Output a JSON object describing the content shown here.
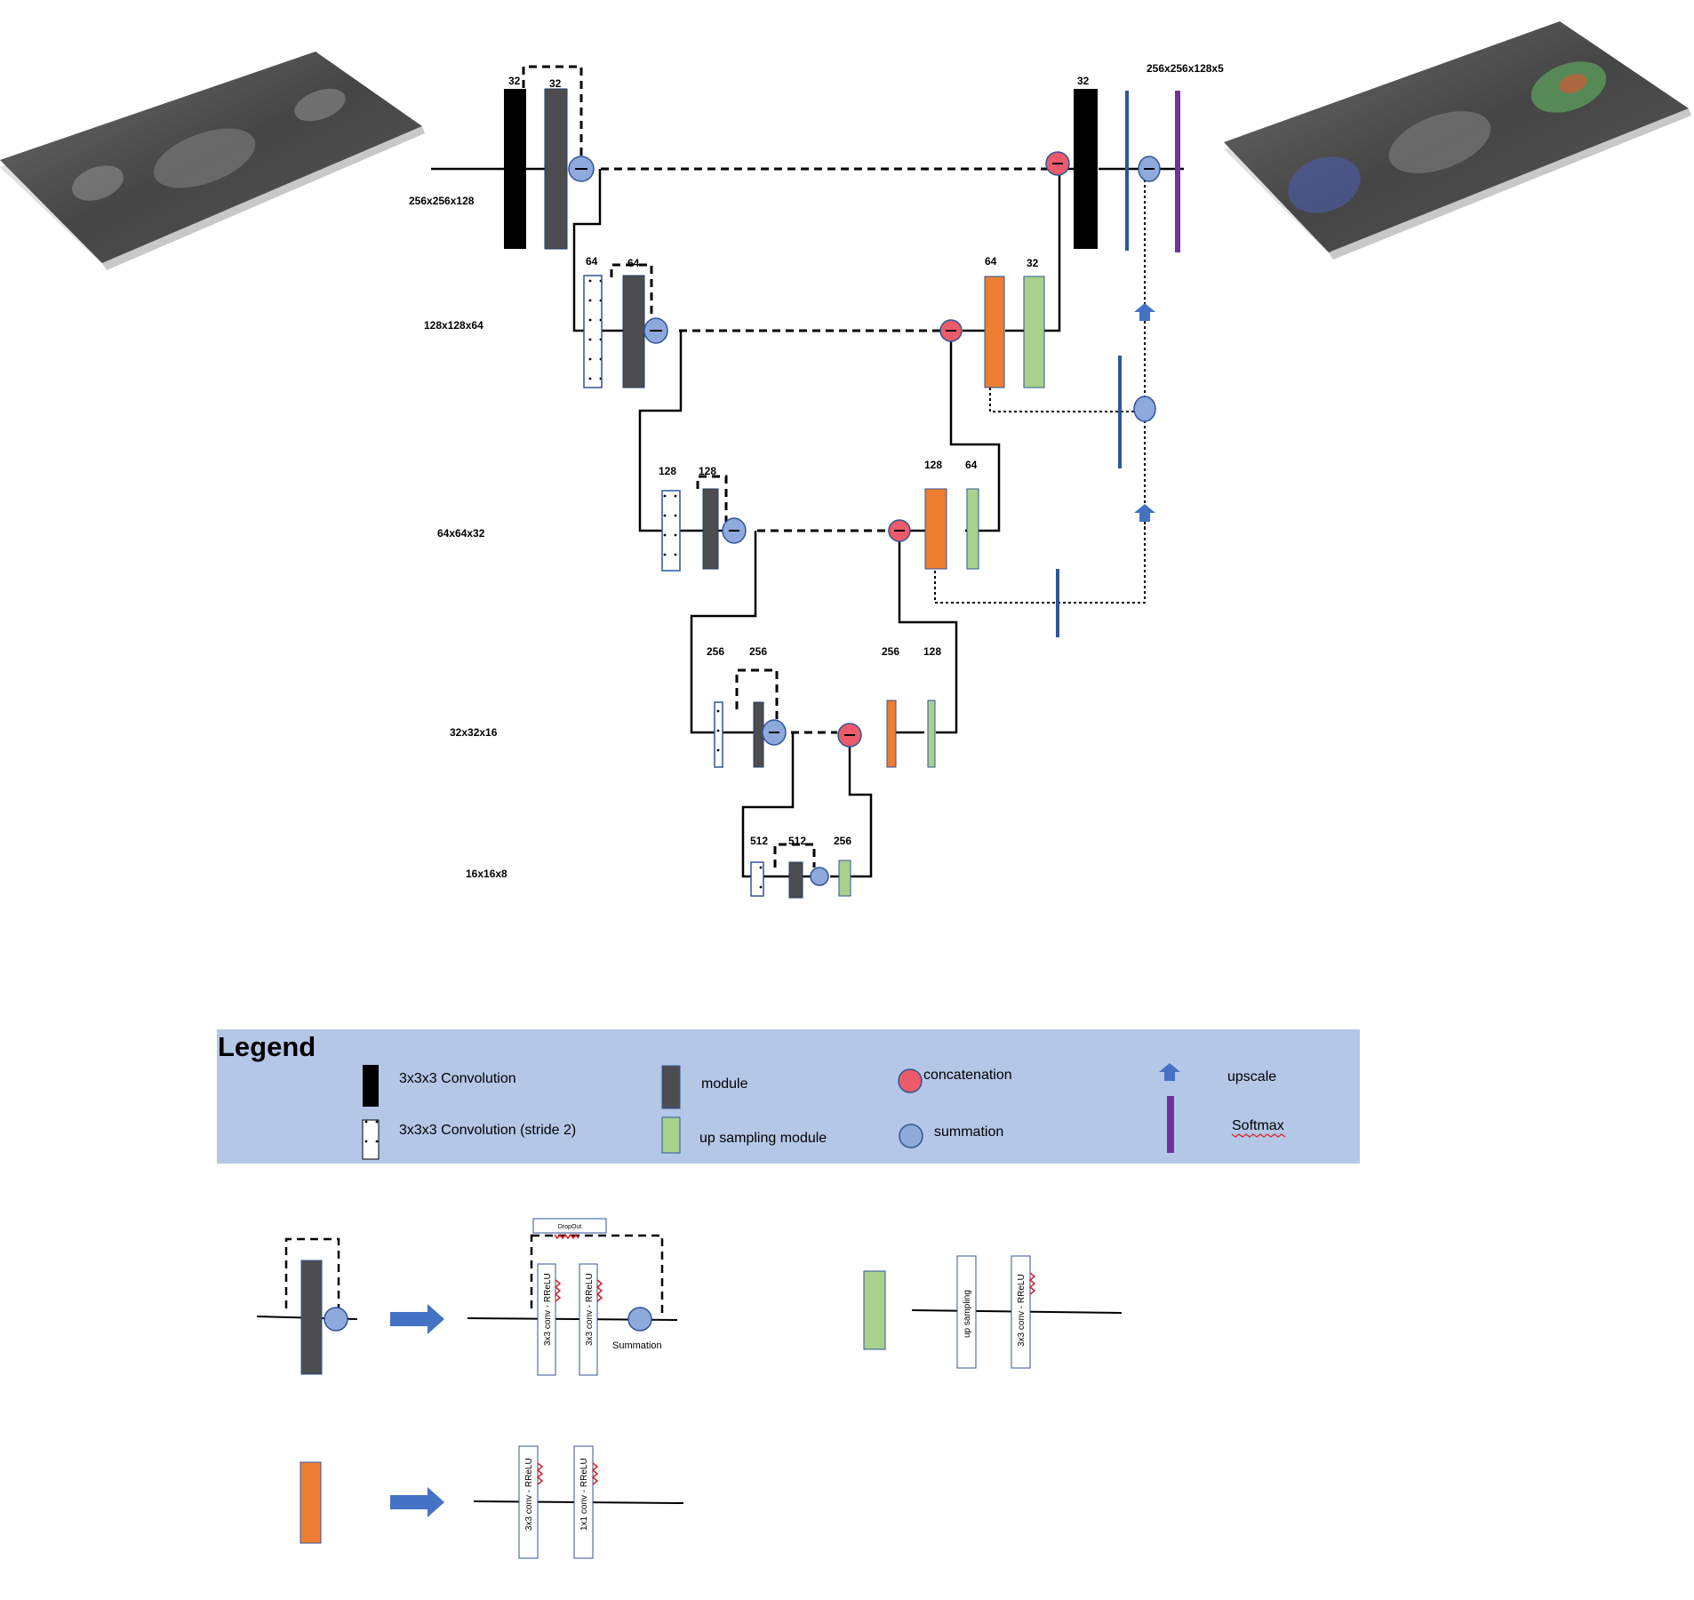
{
  "images": {
    "input_scan": "ct-scan-slab",
    "output_scan": "segmented-ct-scan-slab"
  },
  "diagram": {
    "level_labels": [
      "256x256x128",
      "128x128x64",
      "64x64x32",
      "32x32x16",
      "16x16x8"
    ],
    "encoder_filters": {
      "l1": [
        "32",
        "32"
      ],
      "l2": [
        "64",
        "64"
      ],
      "l3": [
        "128",
        "128"
      ],
      "l4": [
        "256",
        "256"
      ],
      "l5": [
        "512",
        "512",
        "256"
      ]
    },
    "decoder_filters": {
      "l1": [
        "32"
      ],
      "output": "256x256x128x5",
      "l2": [
        "64",
        "32"
      ],
      "l3": [
        "128",
        "64"
      ],
      "l4": [
        "256",
        "128"
      ]
    }
  },
  "legend": {
    "title": "Legend",
    "items": {
      "conv": "3x3x3 Convolution",
      "conv_stride": "3x3x3 Convolution (stride 2)",
      "module": "module",
      "upsampling": "up sampling module",
      "concat": "concatenation",
      "summation": "summation",
      "upscale": "upscale",
      "softmax": "Softmax"
    }
  },
  "details": {
    "dropout": "DropOut",
    "conv_a": "3x3 conv - RReLU",
    "conv_b": "3x3 conv - RReLU",
    "summation": "Summation",
    "up_sampling": "up sampling",
    "up_conv": "3x3  conv - RReLU",
    "loc_conv_a": "3x3 conv - RReLU",
    "loc_conv_b": "1x1 conv - RReLU"
  },
  "colors": {
    "conv": "#000000",
    "module": "#4d4d4f",
    "orange": "#ed7d31",
    "green": "#a9d18e",
    "concat": "#ec5b6a",
    "sum": "#8ea9db",
    "blue": "#2f5597",
    "purple": "#7030a0",
    "legend_bg": "#b4c7e7",
    "arrow": "#4472c4"
  }
}
